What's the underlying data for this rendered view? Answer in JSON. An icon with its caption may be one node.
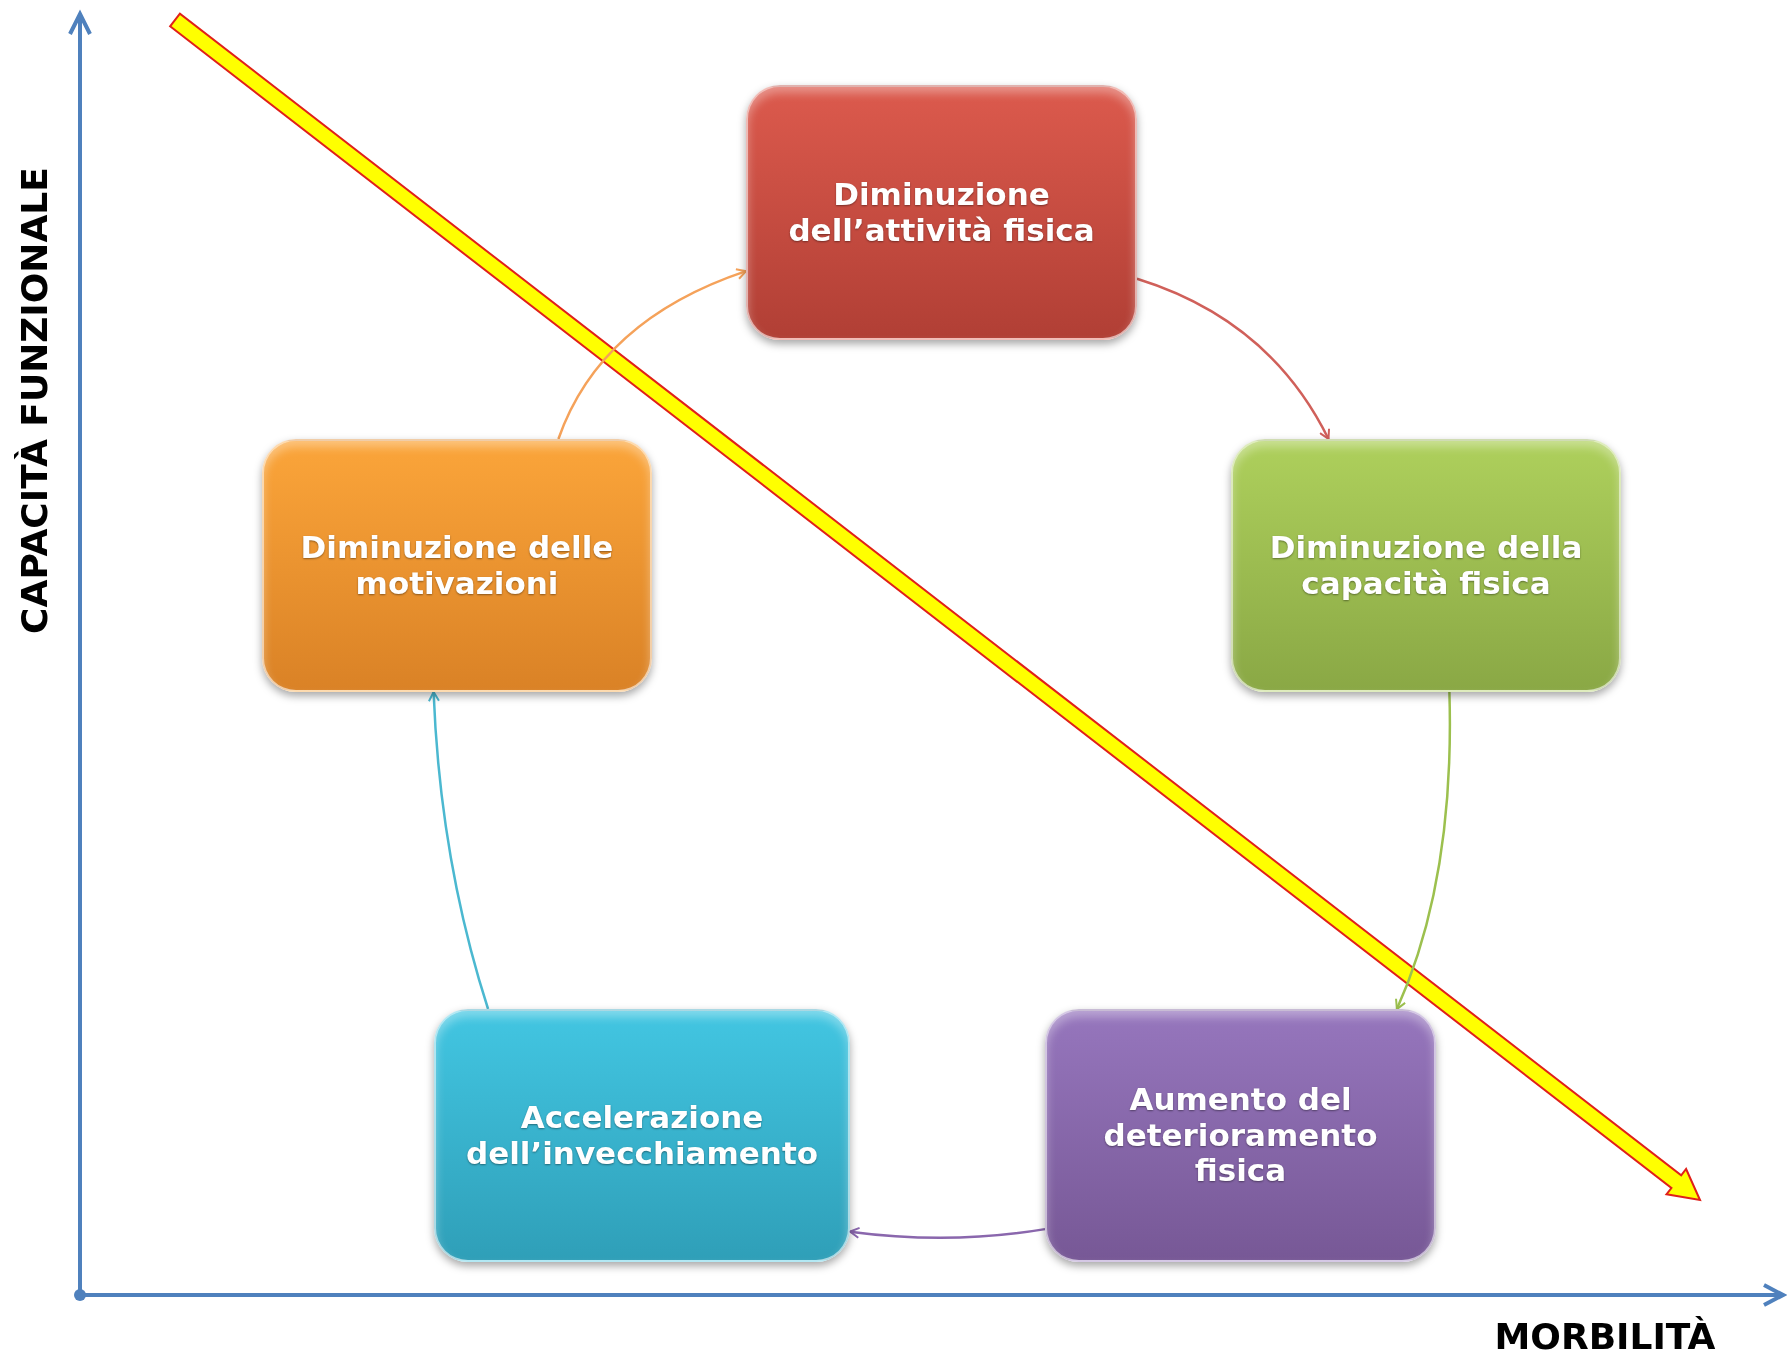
{
  "diagram": {
    "nodes": [
      {
        "text": [
          "Diminuzione dell’attività fisica"
        ]
      },
      {
        "text": [
          "Diminuzione delle motivazioni"
        ]
      },
      {
        "text": [
          "Diminuzione della capacità fisica"
        ]
      },
      {
        "text": [
          "Accelerazione dell’invecchiamento"
        ]
      },
      {
        "text": [
          "Aumento del deterioramento fisica"
        ]
      }
    ],
    "edges": [
      {
        "from": 1,
        "to": 0,
        "arrow": "to",
        "color": "#f5a25a"
      },
      {
        "from": 0,
        "to": 2,
        "arrow": "to",
        "color": "#d0605a"
      },
      {
        "from": 2,
        "to": 4,
        "arrow": "to",
        "color": "#9cc04e"
      },
      {
        "from": 4,
        "to": 3,
        "arrow": "to",
        "color": "#8a67ad"
      },
      {
        "from": 3,
        "to": 1,
        "arrow": "to",
        "color": "#4bb8d0"
      }
    ],
    "labels": [
      "CAPACITÀ FUNZIONALE",
      "MORBILITÀ"
    ]
  }
}
